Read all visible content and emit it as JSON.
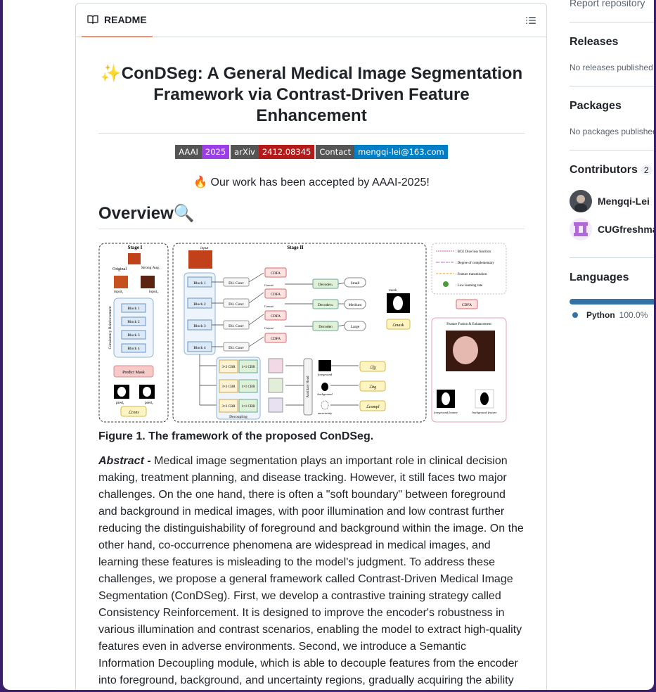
{
  "readme": {
    "tab_label": "README",
    "title": "✨ConDSeg: A General Medical Image Segmentation Framework via Contrast-Driven Feature Enhancement",
    "badges": [
      {
        "label": "AAAI",
        "value": "2025",
        "color": "#9b3ee8"
      },
      {
        "label": "arXiv",
        "value": "2412.08345",
        "color": "#b31b1b"
      },
      {
        "label": "Contact",
        "value": "mengqi-lei@163.com",
        "color": "#007ec6"
      }
    ],
    "accepted_text": "🔥 Our work has been accepted by AAAI-2025!",
    "overview_heading": "Overview🔍",
    "figure": {
      "stage1": "Stage I",
      "stage2": "Stage II",
      "original": "Original",
      "strong_aug": "Strong Aug.",
      "input1": "input₁",
      "input2": "input₂",
      "input": "input",
      "blocks": [
        "Block 1",
        "Block 2",
        "Block 3",
        "Block 4"
      ],
      "consistency": "Consistency Reinforcement",
      "predict_mask": "Predict Mask",
      "pred1": "pred₁",
      "pred2": "pred₂",
      "loss_cons": "ℒcons",
      "dil_conv": "Dil. Conv",
      "cdfa": "CDFA",
      "concat": "Concat",
      "decoders": [
        "Decoderₛ",
        "Decoderₘ",
        "Decoderₗ"
      ],
      "sizes": [
        "Small",
        "Medium",
        "Large"
      ],
      "mask": "mask",
      "loss_mask": "ℒmask",
      "cbr3": "3×3 CBR",
      "cbr1": "1×1 CBR",
      "decoupling": "Decoupling",
      "aux_head": "Auxiliary Head",
      "foreground": "foreground",
      "background": "background",
      "uncertainty": "uncertainty",
      "losses": [
        "ℒfg",
        "ℒbg",
        "ℒcompl"
      ],
      "legend": [
        ": BCE Dice loss function",
        ": Degree of complementary",
        ": Feature transmission",
        ": Low learning rate"
      ],
      "cdfa_title": "CDFA",
      "feature_fusion": "Feature Fusion & Enhancement",
      "fg_feature": "foreground feature",
      "bg_feature": "background feature"
    },
    "figure_caption": "Figure 1. The framework of the proposed ConDSeg.",
    "abstract_lead": "Abstract -",
    "abstract_body": " Medical image segmentation plays an important role in clinical decision making, treatment planning, and disease tracking. However, it still faces two major challenges. On the one hand, there is often a \"soft boundary\" between foreground and background in medical images, with poor illumination and low contrast further reducing the distinguishability of foreground and background within the image. On the other hand, co-occurrence phenomena are widespread in medical images, and learning these features is misleading to the model's judgment. To address these challenges, we propose a general framework called Contrast-Driven Medical Image Segmentation (ConDSeg). First, we develop a contrastive training strategy called Consistency Reinforcement. It is designed to improve the encoder's robustness in various illumination and contrast scenarios, enabling the model to extract high-quality features even in adverse environments. Second, we introduce a Semantic Information Decoupling module, which is able to decouple features from the encoder into foreground, background, and uncertainty regions, gradually acquiring the ability"
  },
  "sidebar": {
    "report": "Report repository",
    "releases_title": "Releases",
    "releases_sub": "No releases published",
    "packages_title": "Packages",
    "packages_sub": "No packages published",
    "contributors_title": "Contributors",
    "contributors_count": "2",
    "contributors": [
      "Mengqi-Lei",
      "CUGfreshman"
    ],
    "languages_title": "Languages",
    "language_name": "Python",
    "language_pct": "100.0%",
    "language_color": "#3572a5"
  }
}
